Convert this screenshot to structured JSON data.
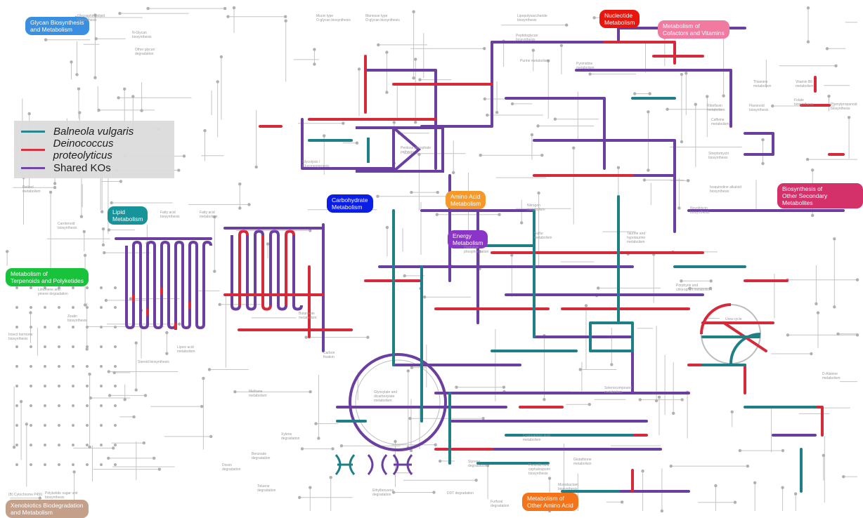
{
  "colors": {
    "balneola": "#1f7f86",
    "deinococcus": "#d42a3a",
    "shared": "#6a3fa0",
    "background_path": "#b8b8b8",
    "node": "#b0b0b0"
  },
  "legend": {
    "items": [
      {
        "label": "Balneola vulgaris",
        "color": "#1f7f86",
        "italic": true
      },
      {
        "label": "Deinococcus proteolyticus",
        "color": "#d42a3a",
        "italic": true
      },
      {
        "label": "Shared KOs",
        "color": "#6a3fa0",
        "italic": false
      }
    ]
  },
  "categories": {
    "glycan": {
      "label": "Glycan Biosynthesis\nand Metabolism",
      "color": "#3b8fe0"
    },
    "nucleotide": {
      "label": "Nucleotide\nMetabolism",
      "color": "#e8160d"
    },
    "cofactors": {
      "label": "Metabolism of\nCofactors and Vitamins",
      "color": "#f07aa0"
    },
    "lipid": {
      "label": "Lipid\nMetabolism",
      "color": "#17949a"
    },
    "carbohydrate": {
      "label": "Carbohydrate\nMetabolism",
      "color": "#0a1ee6"
    },
    "amino_acid": {
      "label": "Amino Acid\nMetabolism",
      "color": "#f59a2a"
    },
    "energy": {
      "label": "Energy\nMetabolism",
      "color": "#8a35c8"
    },
    "secondary": {
      "label": "Biosynthesis of\nOther Secondary Metabolites",
      "color": "#d4306a"
    },
    "terpenoids": {
      "label": "Metabolism of\nTerpenoids and Polyketides",
      "color": "#19c23b"
    },
    "other_amino": {
      "label": "Metabolism of\nOther Amino Acid",
      "color": "#f5741a"
    },
    "xenobiotics": {
      "label": "Xenobiotics Biodegradation\nand Metabolism",
      "color": "#c4a08a"
    }
  },
  "map_labels": {
    "urea_cycle": "Urea cycle",
    "glyoxylate": "Glyoxylate and\ndicarboxylate\nmetabolism",
    "pentose": "Pentose phosphate\npathway",
    "fatty_acid": "Fatty acid\nbiosynthesis",
    "fatty_acid2": "Fatty acid\nmetabolism",
    "oxidative": "Oxidative\nphosphorylation",
    "methane": "Methane\nmetabolism",
    "carbon_fixation": "Carbon\nfixation",
    "nitrogen": "Nitrogen\nmetabolism",
    "sulfur": "Sulfur\nmetabolism",
    "purine": "Purine metabolism",
    "pyrimidine": "Pyrimidine\nmetabolism",
    "lipoic": "Lipoic acid\nmetabolism",
    "steroid": "Steroid biosynthesis",
    "butanoate": "Butanoate\nmetabolism",
    "porphyrin": "Porphyrin and\nchlorophyll metabolism",
    "taurine": "Taurine and\nhypotaurine\nmetabolism",
    "glycolysis": "Glycolysis /\nGluconeogenesis",
    "benzoate": "Benzoate\ndegradation",
    "toluene": "Toluene\ndegradation",
    "xylene": "Xylene\ndegradation",
    "dioxin": "Dioxin\ndegradation",
    "ddt": "DDT degradation",
    "furfural": "Furfural\ndegradation",
    "ethylbenzene": "Ethylbenzene\ndegradation",
    "styrene": "Styrene\ndegradation",
    "thiamine": "Thiamine\nmetabolism",
    "riboflavin": "Riboflavin\nmetabolism",
    "folate": "Folate\nbiosynthesis",
    "vitamin_b6": "Vitamin B6\nmetabolism",
    "retinol": "Retinol\nmetabolism",
    "carotenoid": "Carotenoid\nbiosynthesis",
    "limonene": "Limonene and\npinene degradation",
    "zeatin": "Zeatin\nbiosynthesis",
    "insect_hormone": "Insect hormone\nbiosynthesis",
    "d_alanine": "D-Alanine\nmetabolism",
    "glutathione": "Glutathione\nmetabolism",
    "selenocompound": "Selenocompound\nmetabolism",
    "cyanoamino": "Cyanoamino acid\nmetabolism",
    "penicillin": "Penicillin and\ncephalosporin\nbiosynthesis",
    "monobactam": "Monobactam\nbiosynthesis",
    "cytochrome": "(B) Cytochrome P450",
    "lipopolysaccharide": "Lipopolysaccharide\nbiosynthesis",
    "peptidoglycan": "Peptidoglycan\nbiosynthesis",
    "n_glycan": "N-Glycan\nbiosynthesis",
    "mucin": "Mucin type\nO-glycan biosynthesis",
    "mannose": "Mannose type\nO-glycan biosynthesis",
    "glycosphingolipid": "Glycosphingolipid\nbiosynthesis",
    "other_glycan": "Other glycan\ndegradation",
    "polyketide": "Polyketide sugar unit\nbiosynthesis",
    "streptomycin": "Streptomycin\nbiosynthesis",
    "phenylpropanoid": "Phenylpropanoid\nbiosynthesis",
    "flavonoid": "Flavonoid\nbiosynthesis",
    "isoquinoline": "Isoquinoline alkaloid\nbiosynthesis",
    "novobiocin": "Novobiocin\nbiosynthesis",
    "caffeine": "Caffeine\nmetabolism"
  }
}
